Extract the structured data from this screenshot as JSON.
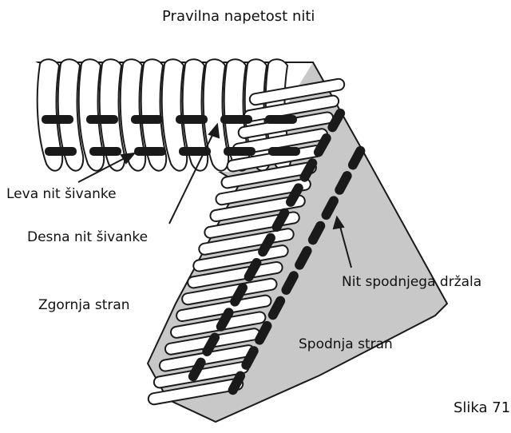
{
  "diagram": {
    "title": "Pravilna napetost niti",
    "labels": {
      "left_needle_thread": "Leva nit šivanke",
      "right_needle_thread": "Desna nit šivanke",
      "looper_thread": "Nit spodnjega držala",
      "top_side": "Zgornja stran",
      "bottom_side": "Spodnja stran"
    },
    "figure_caption": "Slika 71"
  },
  "colors": {
    "fabric": "#c8c8c8",
    "thread_fill": "#ffffff",
    "outline": "#1a1a1a",
    "needle_stitch": "#1a1a1a"
  }
}
